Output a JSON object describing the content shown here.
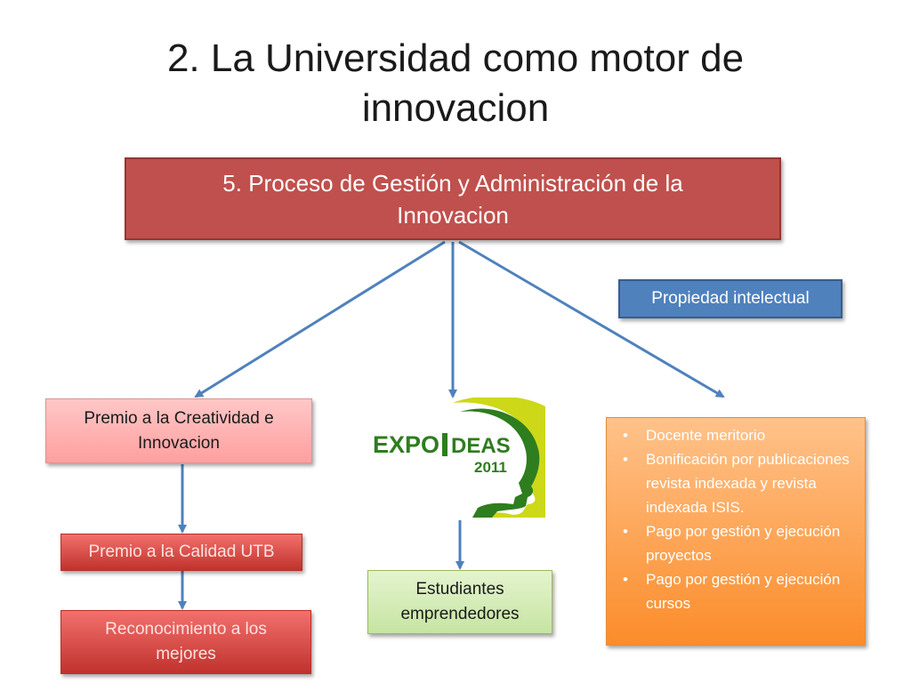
{
  "page": {
    "title_line1": "2. La Universidad como motor de",
    "title_line2": "innovacion"
  },
  "diagram": {
    "main_process": {
      "line1": "5. Proceso de Gestión y Administración de la",
      "line2": "Innovacion"
    },
    "propiedad_intelectual": "Propiedad intelectual",
    "premio_creatividad": {
      "line1": "Premio a la Creatividad e",
      "line2": "Innovacion"
    },
    "premio_calidad": "Premio a la Calidad UTB",
    "reconocimiento": {
      "line1": "Reconocimiento a los",
      "line2": "mejores"
    },
    "expoideas_logo": {
      "word1": "EXPO",
      "word2": "DEAS",
      "year": "2011"
    },
    "estudiantes": {
      "line1": "Estudiantes",
      "line2": "emprendedores"
    },
    "incentivos": [
      "Docente meritorio",
      "Bonificación por publicaciones revista indexada y revista indexada ISIS.",
      "Pago por gestión y ejecución proyectos",
      "Pago por gestión y ejecución cursos"
    ]
  },
  "colors": {
    "main_fill": "#c0504d",
    "pi_fill": "#4f81bd",
    "arrow": "#4f81bd",
    "orange_fill": "#f79646",
    "green_fill": "#d7e4bd",
    "logo_green": "#2e7d1e",
    "logo_yellow": "#c8d400"
  }
}
